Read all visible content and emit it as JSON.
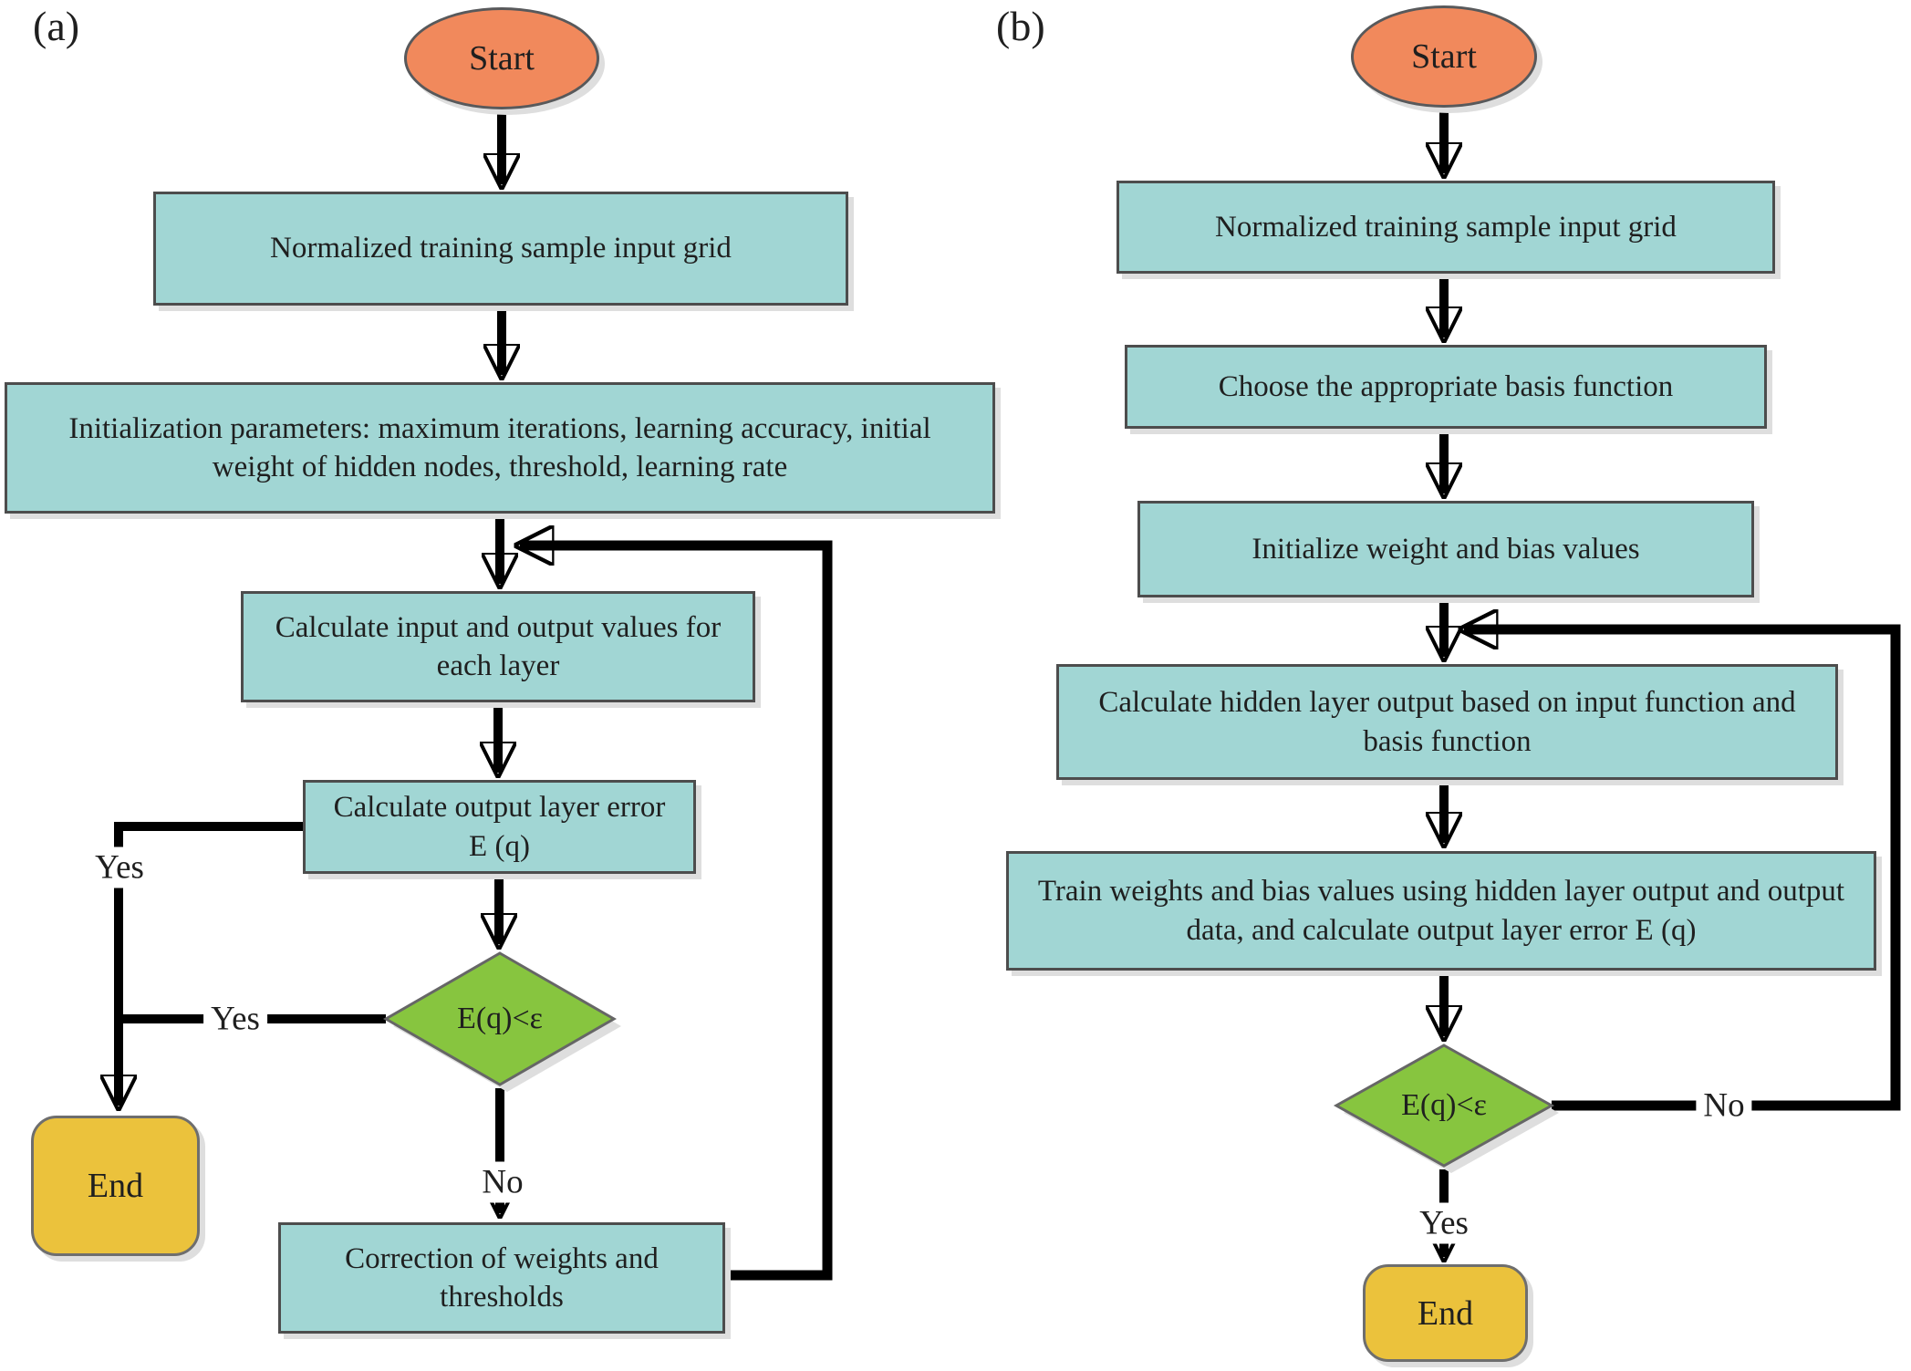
{
  "figure": {
    "type": "flowchart",
    "description": "Two neural-network training flowcharts shown side by side"
  },
  "a": {
    "panel_label": "(a)",
    "start_label": "Start",
    "end_label": "End",
    "yes_label": "Yes",
    "no_label": "No",
    "decision": "E(q)<ε",
    "boxes": {
      "normalized": "Normalized training sample input grid",
      "initialization": "Initialization parameters: maximum iterations, learning accuracy, initial weight of hidden nodes, threshold, learning rate",
      "calc_io": "Calculate input and output values for each layer",
      "calc_error": "Calculate output layer error E (q)",
      "correction": "Correction of weights and thresholds"
    }
  },
  "b": {
    "panel_label": "(b)",
    "start_label": "Start",
    "end_label": "End",
    "yes_label": "Yes",
    "no_label": "No",
    "decision": "E(q)<ε",
    "boxes": {
      "normalized": "Normalized training sample input grid",
      "choose_basis": "Choose the appropriate basis function",
      "init_weights": "Initialize weight and bias values",
      "calc_hidden": "Calculate hidden layer output based on input function and basis function",
      "train": "Train weights and bias values using hidden layer output and output data, and calculate output layer error E (q)"
    }
  },
  "colors": {
    "process_fill": "#a1d6d4",
    "start_fill": "#f1895c",
    "decision_fill": "#87c53f",
    "end_fill": "#ebc23c",
    "line": "#000000",
    "border": "#4d4d4d"
  }
}
